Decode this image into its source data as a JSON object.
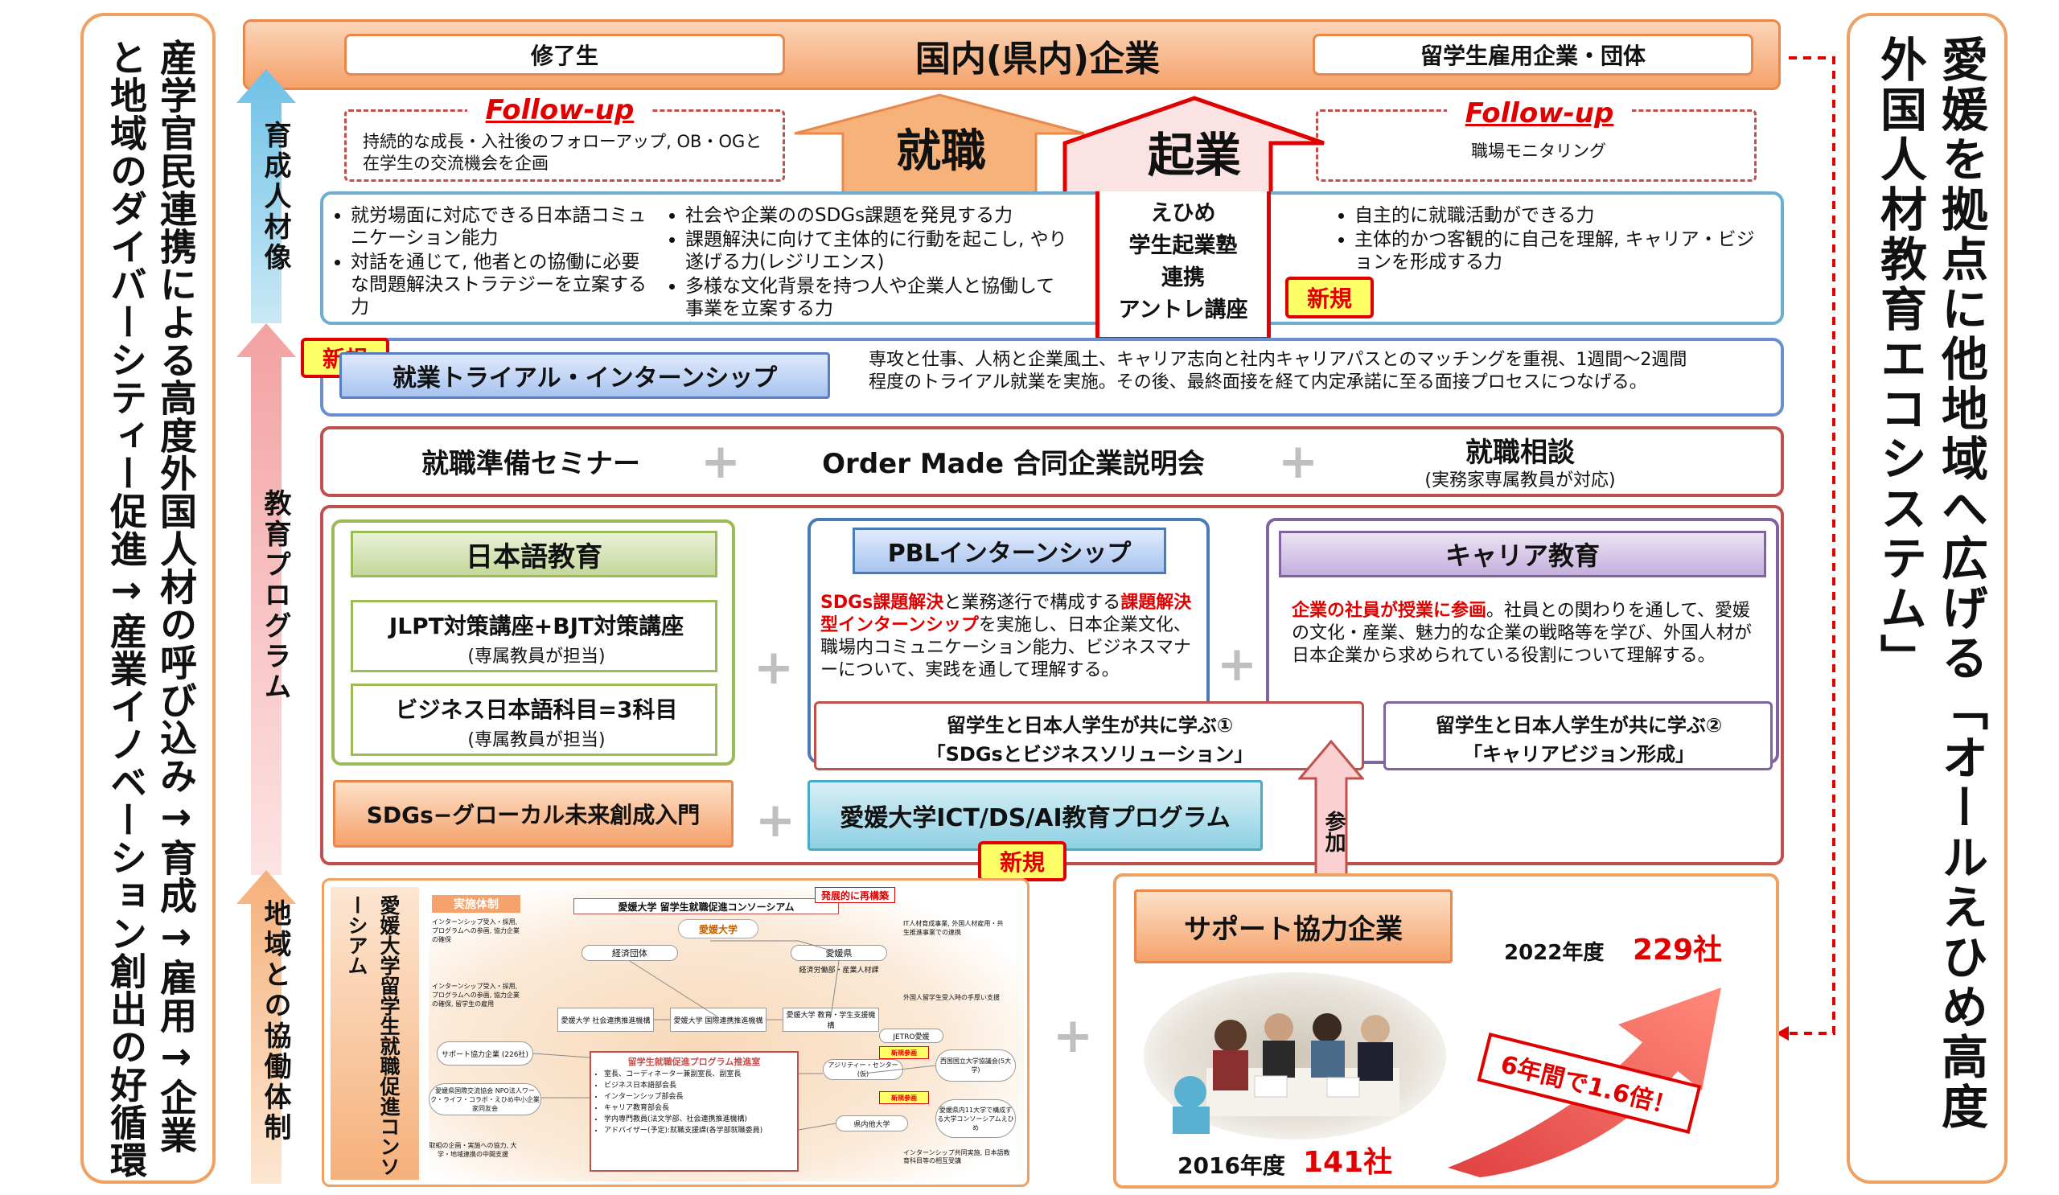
{
  "left_banner": "産学官民連携による高度外国人材の呼び込み→育成→雇用→企業と地域のダイバーシティー促進→産業イノベーション創出の好循環",
  "right_banner": "愛媛を拠点に他地域へ広げる「オールえひめ高度外国人材教育エコシステム」",
  "top": {
    "left_label": "修了生",
    "center_title": "国内(県内)企業",
    "right_label": "留学生雇用企業・団体"
  },
  "follow_left": {
    "title": "Follow-up",
    "text": "持続的な成長・入社後のフォローアップ, OB・OGと在学生の交流機会を企画"
  },
  "follow_right": {
    "title": "Follow-up",
    "text": "職場モニタリング"
  },
  "arrow_shushoku": "就職",
  "arrow_kigyo": "起業",
  "kigyo_box": [
    "えひめ",
    "学生起業塾",
    "連携",
    "アントレ講座"
  ],
  "side_arrows": {
    "ikusei": "育成人材像",
    "kyoiku": "教育プログラム",
    "chiiki": "地域との協働体制"
  },
  "skills": {
    "col1": [
      "就労場面に対応できる日本語コミュニケーション能力",
      "対話を通じて, 他者との協働に必要な問題解決ストラテジーを立案する力"
    ],
    "col2": [
      "社会や企業ののSDGs課題を発見する力",
      "課題解決に向けて主体的に行動を起こし, やり遂げる力(レジリエンス)",
      "多様な文化背景を持つ人や企業人と協働して事業を立案する力"
    ],
    "col3": [
      "自主的に就職活動ができる力",
      "主体的かつ客観的に自己を理解, キャリア・ビジョンを形成する力"
    ]
  },
  "new_label": "新規",
  "internship": {
    "title": "就業トライアル・インターンシップ",
    "desc": "専攻と仕事、人柄と企業風土、キャリア志向と社内キャリアパスとのマッチングを重視、1週間〜2週間程度のトライアル就業を実施。その後、最終面接を経て内定承諾に至る面接プロセスにつなげる。"
  },
  "seminar_row": {
    "item1": "就職準備セミナー",
    "item2": "Order Made 合同企業説明会",
    "item3": "就職相談",
    "item3_sub": "(実務家専属教員が対応)",
    "plus": "+"
  },
  "japanese": {
    "title": "日本語教育",
    "jlpt": "JLPT対策講座+BJT対策講座",
    "jlpt_sub": "(専属教員が担当)",
    "biz": "ビジネス日本語科目=3科目",
    "biz_sub": "(専属教員が担当)"
  },
  "pbl": {
    "title": "PBLインターンシップ",
    "t1": "SDGs課題解決",
    "t2": "と業務遂行で構成する",
    "t3": "課題解決型インターンシップ",
    "t4": "を実施し、日本企業文化、職場内コミュニケーション能力、ビジネスマナーについて、実践を通して理解する。"
  },
  "career": {
    "title": "キャリア教育",
    "t1": "企業の社員が授業に参画",
    "t2": "。社員との関わりを通して、愛媛の文化・産業、魅力的な企業の戦略等を学び、外国人材が日本企業から求められている役割について理解する。"
  },
  "learn1": [
    "留学生と日本人学生が共に学ぶ①",
    "「SDGsとビジネスソリューション」"
  ],
  "learn2": [
    "留学生と日本人学生が共に学ぶ②",
    "「キャリアビジョン形成」"
  ],
  "sdgs_glocal": "SDGs−グローカル未来創成入門",
  "ict": "愛媛大学ICT/DS/AI教育プログラム",
  "sanka": "参加",
  "consortium": {
    "vertical_title": "愛媛大学留学生就職促進コンソーシアム",
    "jisshi": "実施体制",
    "top_label": "愛媛大学 留学生就職促進コンソーシアム",
    "hatten": "発展的に再構築",
    "logo_text": "愛媛大学",
    "nodes": {
      "keizai": "経済団体",
      "kencho": "愛媛県",
      "kencho_sub": "経済労働部・産業人材課",
      "renkei": "愛媛大学 社会連携推進機構",
      "kokusai": "愛媛大学 国際連携推進機構",
      "kyoiku": "愛媛大学 教育・学生支援機構",
      "jetro": "JETRO愛媛",
      "support": "サポート協力企業 (226社)",
      "npo": "愛媛県国際交流協会 NPO法人ワーク・ライフ・コラボ・えひめ中小企業家同友会",
      "agility": "アジリティー・センター(仮)",
      "kenai": "県内他大学",
      "ouyou": "西国国立大学協議会(5大学)",
      "ouyou2": "愛媛県内11大学で構成する大学コンソーシアムえひめ",
      "torikumi": "取組の企画・実施への協力, 大学・地域連携の中間支援",
      "intern_note": "インターンシップ受入・採用, プログラムへの参画, 協力企業の確保",
      "intern_note2": "インターンシップ受入・採用, プログラムへの参画, 協力企業の確保, 留学生の雇用",
      "it": "IT人材育成事業, 外国人材雇用・共生推進事業での連携",
      "gaikoku": "外国人留学生受入時の手厚い支援",
      "intern_kyodo": "インターンシップ共同実施, 日本語教育科目等の相互受講",
      "new1": "新規参画",
      "new2": "新規参画"
    },
    "office": {
      "title": "留学生就職促進プログラム推進室",
      "items": [
        "室長、コーディネーター兼副室長、副室長",
        "ビジネス日本語部会長",
        "インターンシップ部会長",
        "キャリア教育部会長",
        "学内専門教員(法文学部、社会連携推進機構)",
        "アドバイザー(予定):就職支援課(各学部就職委員)"
      ]
    }
  },
  "support": {
    "title": "サポート協力企業",
    "year2022": "2022年度",
    "count2022": "229社",
    "year2016": "2016年度",
    "count2016": "141社",
    "growth": "6年間で1.6倍！"
  },
  "colors": {
    "orange": "#f5a26b",
    "red": "#e00000",
    "blue": "#6aaed0",
    "green": "#9bbb59",
    "purple": "#8064a2",
    "darkred": "#c0504d"
  }
}
